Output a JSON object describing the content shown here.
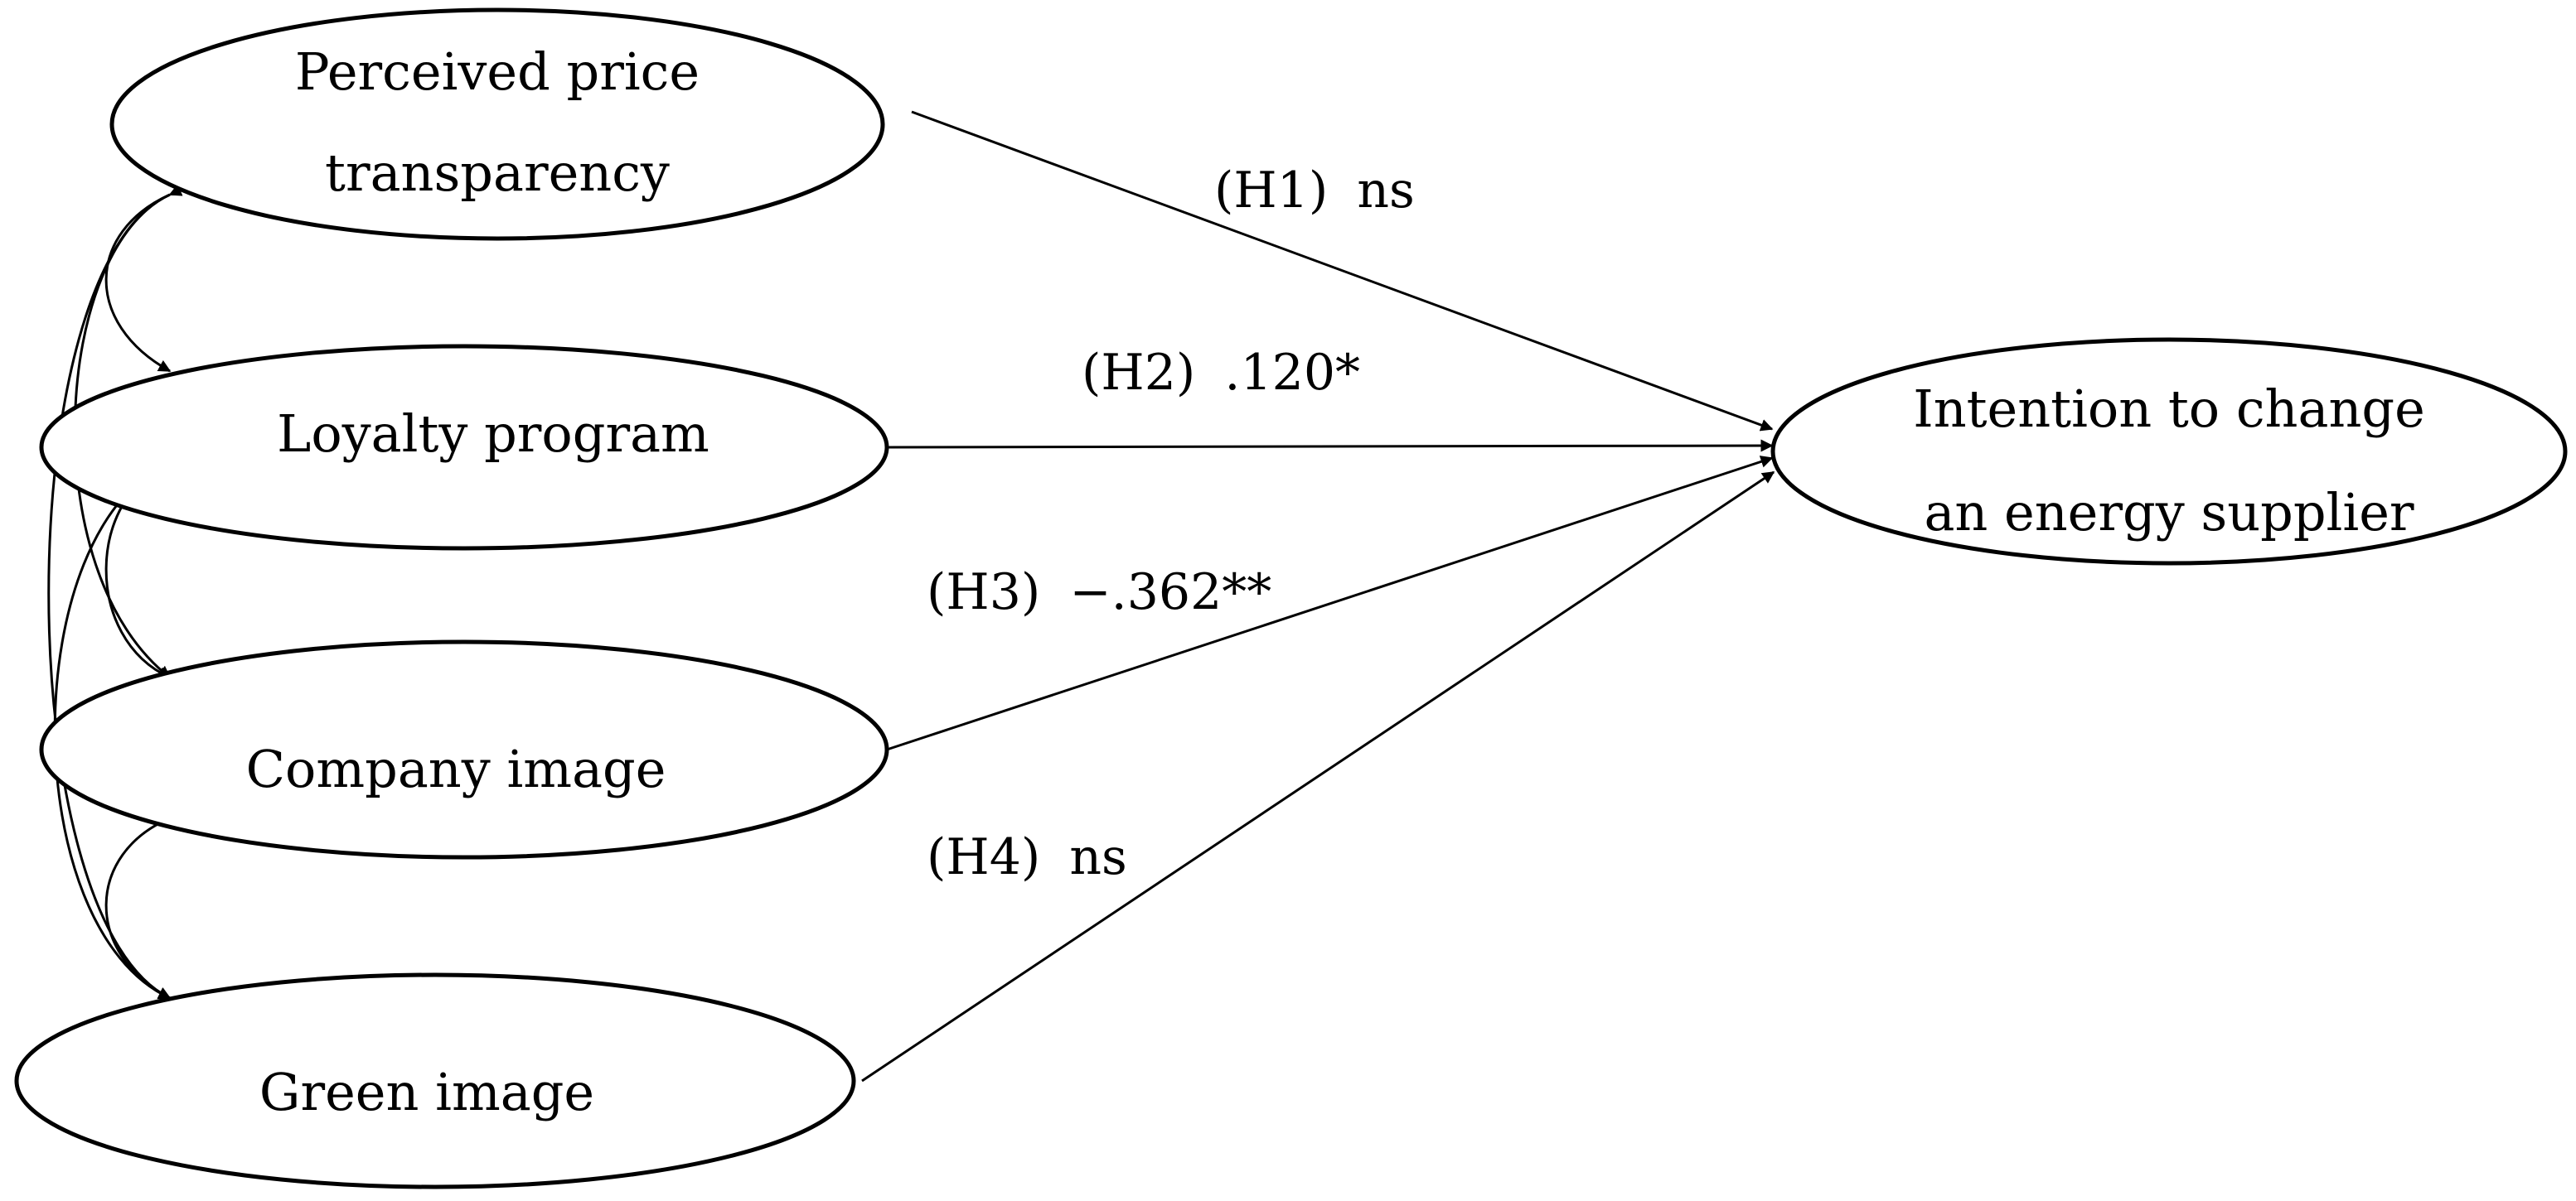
{
  "diagram": {
    "nodes": {
      "perceived_price_transparency": {
        "line1": "Perceived price",
        "line2": "transparency"
      },
      "loyalty_program": {
        "label": "Loyalty program"
      },
      "company_image": {
        "label": "Company image"
      },
      "green_image": {
        "label": "Green image"
      },
      "intention": {
        "line1": "Intention to change",
        "line2": "an energy supplier"
      }
    },
    "paths": {
      "h1": {
        "hypothesis": "(H1)",
        "value": "ns"
      },
      "h2": {
        "hypothesis": "(H2)",
        "value": ".120*"
      },
      "h3": {
        "hypothesis": "(H3)",
        "value": "−.362**"
      },
      "h4": {
        "hypothesis": "(H4)",
        "value": "ns"
      }
    },
    "colors": {
      "stroke": "#000000",
      "background": "#ffffff"
    }
  }
}
